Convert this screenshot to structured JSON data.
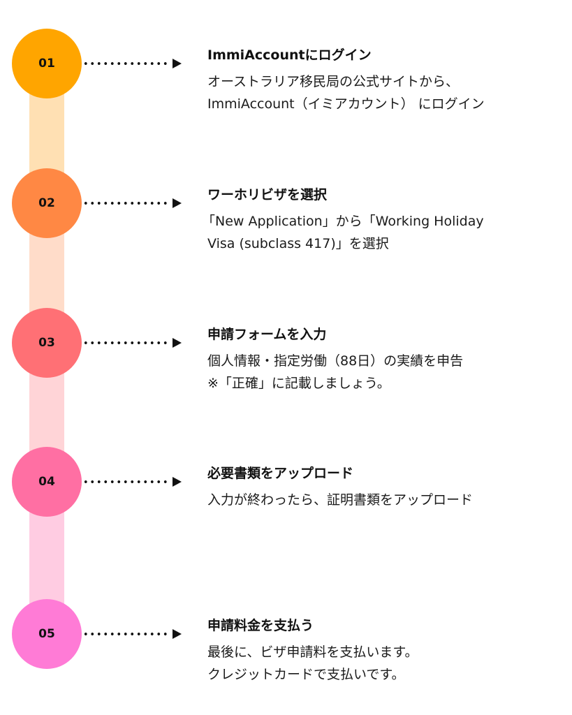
{
  "steps": [
    {
      "number": "01",
      "color": "#FFA500",
      "track_color": "#FFE0B3",
      "title": "ImmiAccountにログイン",
      "description_lines": [
        "オーストラリア移民局の公式サイトから、",
        "ImmiAccount（イミアカウント） にログイン"
      ]
    },
    {
      "number": "02",
      "color": "#FF8844",
      "track_color": "#FFDCC9",
      "title": "ワーホリビザを選択",
      "description_lines": [
        "「New Application」から「Working Holiday",
        "Visa (subclass 417)」を選択"
      ]
    },
    {
      "number": "03",
      "color": "#FF7075",
      "track_color": "#FFD4D7",
      "title": "申請フォームを入力",
      "description_lines": [
        "個人情報・指定労働（88日）の実績を申告",
        "※「正確」に記載しましょう。"
      ]
    },
    {
      "number": "04",
      "color": "#FF6FA3",
      "track_color": "#FFCCE2",
      "title": "必要書類をアップロード",
      "description_lines": [
        "入力が終わったら、証明書類をアップロード"
      ]
    },
    {
      "number": "05",
      "color": "#FF7BD6",
      "track_color": "#FFCCE2",
      "title": "申請料金を支払う",
      "description_lines": [
        "最後に、ビザ申請料を支払います。",
        "クレジットカードで支払いです。"
      ]
    }
  ]
}
